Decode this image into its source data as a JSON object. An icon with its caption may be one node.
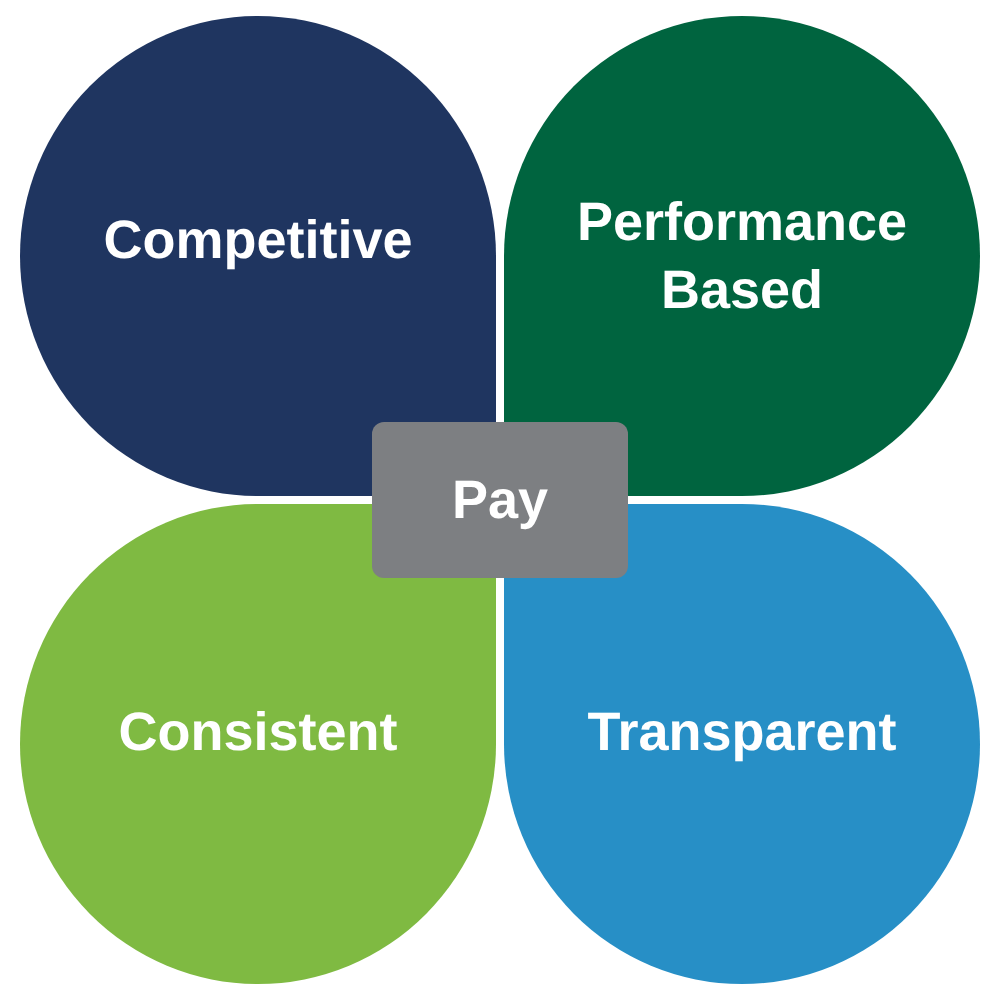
{
  "diagram": {
    "nodes": [
      {
        "text": [
          "Competitive"
        ]
      },
      {
        "text": [
          "Performance Based"
        ]
      },
      {
        "text": [
          "Consistent"
        ]
      },
      {
        "text": [
          "Transparent"
        ]
      },
      {
        "text": [
          "Pay"
        ]
      }
    ]
  }
}
